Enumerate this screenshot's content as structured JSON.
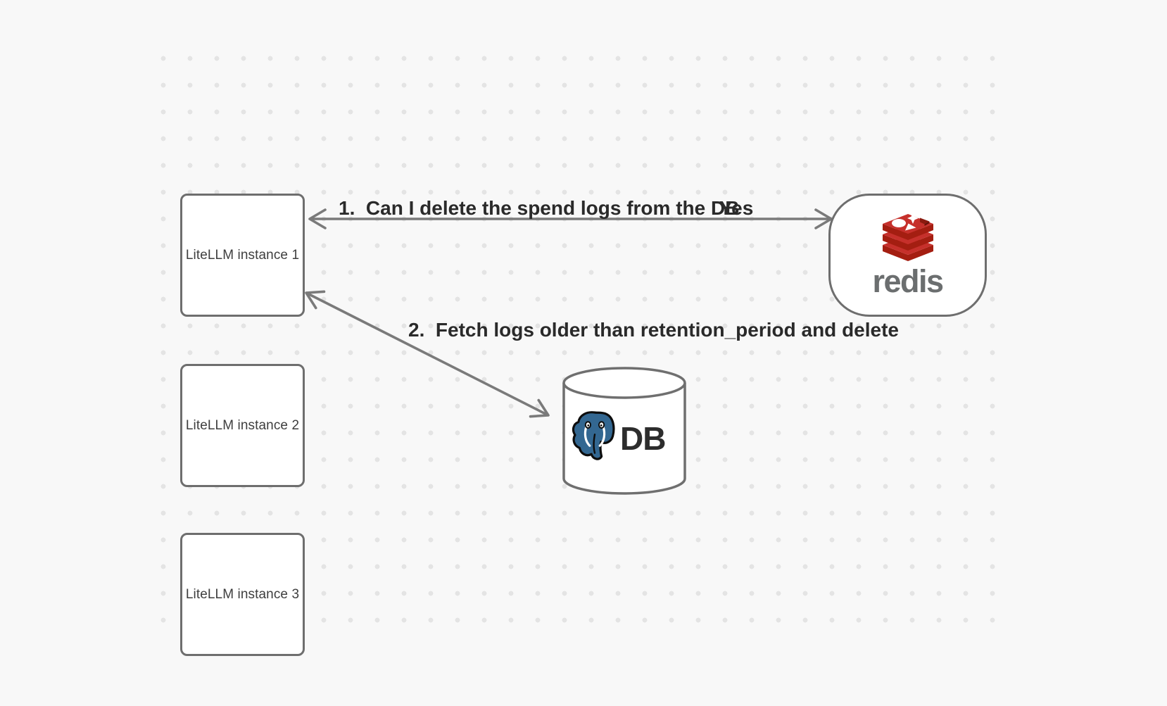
{
  "diagram": {
    "nodes": {
      "instances": [
        {
          "label": "LiteLLM instance 1"
        },
        {
          "label": "LiteLLM instance 2"
        },
        {
          "label": "LiteLLM instance 3"
        }
      ],
      "redis": {
        "label": "redis",
        "icon": "redis-stack-icon"
      },
      "db": {
        "label": "DB",
        "icon": "postgresql-elephant-icon"
      }
    },
    "edges": {
      "edge1": {
        "label": "1.  Can I delete the spend logs from the DB",
        "response": "Yes",
        "from": "redis",
        "to": "LiteLLM instance 1",
        "style": "double-headed-arrow"
      },
      "edge2": {
        "label": "2.  Fetch logs older than retention_period and delete",
        "from": "LiteLLM instance 1",
        "to": "DB",
        "style": "double-headed-arrow"
      }
    },
    "colors": {
      "background": "#f8f8f8",
      "grid_dot": "#e4e4e4",
      "node_border": "#6e6e6e",
      "node_fill": "#ffffff",
      "arrow": "#7a7a7a",
      "label_text": "#2a2a2a",
      "redis_red_light": "#c6302b",
      "redis_red_dark": "#a41e11",
      "redis_wordmark_gray": "#6b6e6f",
      "postgres_blue": "#336791"
    }
  }
}
